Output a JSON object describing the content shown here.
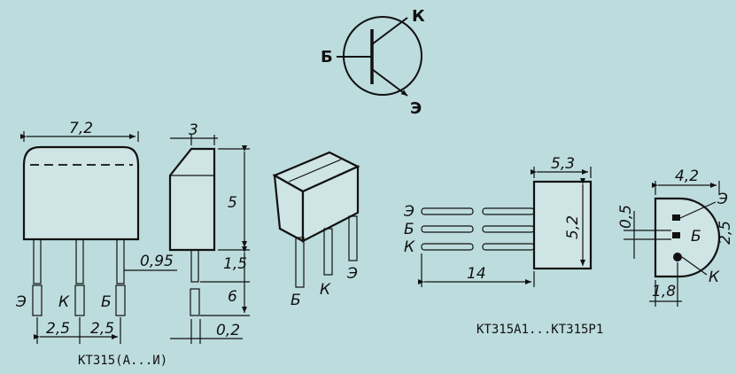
{
  "symbol": {
    "base": "Б",
    "collector": "К",
    "emitter": "Э"
  },
  "front_view": {
    "width": "7,2",
    "pin_labels": [
      "Э",
      "К",
      "Б"
    ],
    "spacing_left": "2,5",
    "spacing_right": "2,5",
    "pin_thickness": "0,95"
  },
  "side_view": {
    "top": "3",
    "height": "5",
    "lead_a": "1,5",
    "lead_b": "6",
    "bottom": "0,2"
  },
  "iso_view": {
    "pin_labels": [
      "Б",
      "К",
      "Э"
    ]
  },
  "smd_view": {
    "width": "5,3",
    "height": "5,2",
    "length": "14",
    "pin_labels": [
      "Э",
      "Б",
      "К"
    ]
  },
  "end_view": {
    "width": "4,2",
    "thickness": "0,5",
    "diameter": "1,8",
    "pitch": "2,5",
    "pin_labels": [
      "Э",
      "Б",
      "К"
    ]
  },
  "captions": {
    "left": "КТ315(А...И)",
    "right": "КТ315А1...КТ315Р1"
  }
}
